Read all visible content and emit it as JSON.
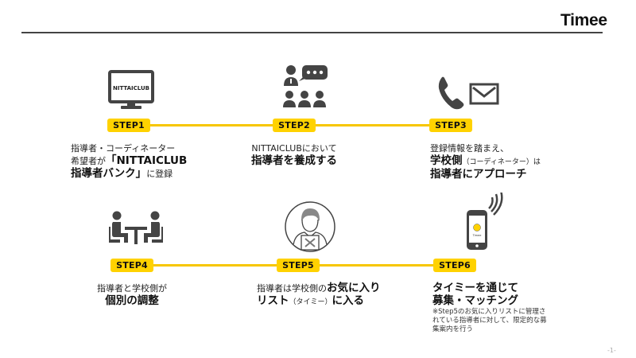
{
  "header": {
    "logo": "Timee"
  },
  "footer": {
    "page_number": "-1-"
  },
  "colors": {
    "accent": "#ffd200",
    "connector": "#f7c600",
    "icon": "#444444",
    "rule": "#444444"
  },
  "steps": [
    {
      "label": "STEP1",
      "icon": "monitor-icon",
      "icon_text": "NITTAICLUB",
      "lines": [
        {
          "parts": [
            {
              "text": "指導者・コーディネーター",
              "style": "normal"
            }
          ]
        },
        {
          "parts": [
            {
              "text": "希望者が",
              "style": "normal"
            },
            {
              "text": "「NITTAICLUB",
              "style": "bold"
            }
          ]
        },
        {
          "parts": [
            {
              "text": "指導者バンク」",
              "style": "bold"
            },
            {
              "text": "に登録",
              "style": "normal"
            }
          ]
        }
      ]
    },
    {
      "label": "STEP2",
      "icon": "presenter-audience-icon",
      "lines": [
        {
          "parts": [
            {
              "text": "NITTAICLUBにおいて",
              "style": "normal"
            }
          ]
        },
        {
          "parts": [
            {
              "text": "指導者を養成する",
              "style": "bold"
            }
          ]
        }
      ]
    },
    {
      "label": "STEP3",
      "icon": "phone-mail-icon",
      "lines": [
        {
          "parts": [
            {
              "text": "登録情報を踏まえ、",
              "style": "normal"
            }
          ]
        },
        {
          "parts": [
            {
              "text": "学校側",
              "style": "bold"
            },
            {
              "text": "（コーディネーター）は",
              "style": "small"
            }
          ]
        },
        {
          "parts": [
            {
              "text": "指導者にアプローチ",
              "style": "bold"
            }
          ]
        }
      ]
    },
    {
      "label": "STEP4",
      "icon": "meeting-table-icon",
      "lines": [
        {
          "parts": [
            {
              "text": "指導者と学校側が",
              "style": "normal"
            }
          ]
        },
        {
          "parts": [
            {
              "text": "個別の調整",
              "style": "bold"
            }
          ]
        }
      ]
    },
    {
      "label": "STEP5",
      "icon": "person-with-qr-icon",
      "lines": [
        {
          "parts": [
            {
              "text": "指導者は学校側の",
              "style": "normal"
            },
            {
              "text": "お気に入り",
              "style": "bold"
            }
          ]
        },
        {
          "parts": [
            {
              "text": "リスト",
              "style": "bold"
            },
            {
              "text": "（タイミー）",
              "style": "small"
            },
            {
              "text": "に入る",
              "style": "bold"
            }
          ]
        }
      ]
    },
    {
      "label": "STEP6",
      "icon": "smartphone-signal-icon",
      "icon_text": "Timee",
      "lines": [
        {
          "parts": [
            {
              "text": "タイミーを通じて",
              "style": "bold"
            }
          ]
        },
        {
          "parts": [
            {
              "text": "募集・マッチング",
              "style": "bold"
            }
          ]
        }
      ],
      "note": "※Step5のお気に入りリストに管理されている指導者に対して、限定的な募集案内を行う"
    }
  ]
}
